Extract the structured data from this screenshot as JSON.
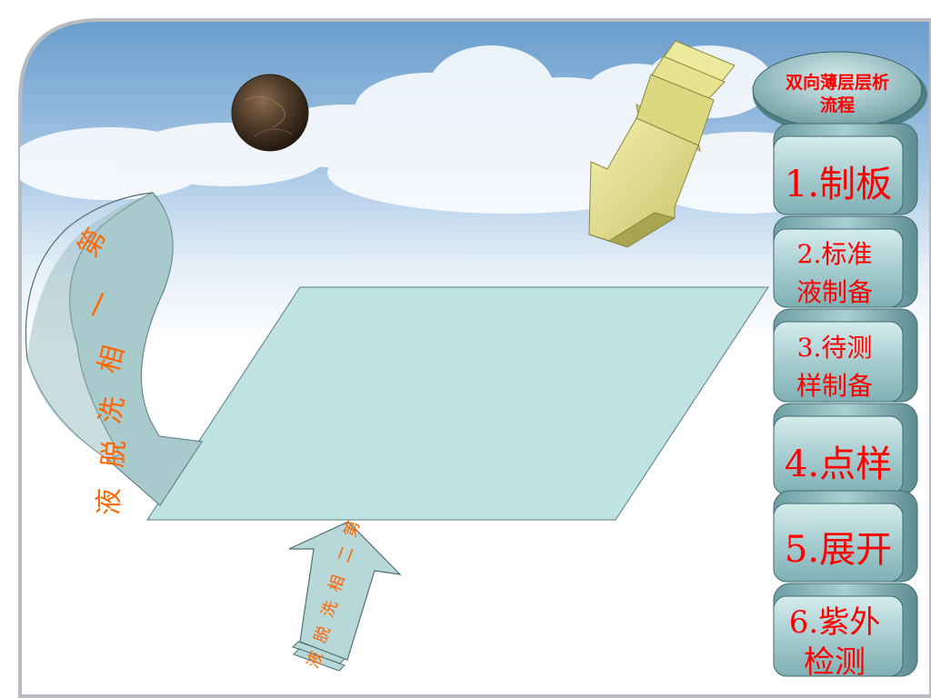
{
  "header": {
    "title_line1": "双向薄层层析",
    "title_line2": "流程"
  },
  "nav": {
    "items": [
      {
        "lines": [
          "1.制板"
        ]
      },
      {
        "lines": [
          "2.标准",
          "液制备"
        ]
      },
      {
        "lines": [
          "3.待测",
          "样制备"
        ]
      },
      {
        "lines": [
          "4.点样"
        ]
      },
      {
        "lines": [
          "5.展开"
        ]
      },
      {
        "lines": [
          "6.紫外",
          "检测"
        ]
      }
    ]
  },
  "diagram": {
    "first_phase_chars": [
      "液",
      "脱",
      "洗",
      "相",
      "一",
      "第"
    ],
    "second_phase_chars": [
      "液",
      "脱",
      "洗",
      "相",
      "二",
      "第"
    ]
  },
  "colors": {
    "plate": "#bfe3e2",
    "arrow_fill": "#b7d7d9",
    "label_orange": "#ff6600",
    "nav_text": "#ff0000",
    "nav_face": "#8fb9bd",
    "yellow_arrow": "#e4e08a"
  }
}
